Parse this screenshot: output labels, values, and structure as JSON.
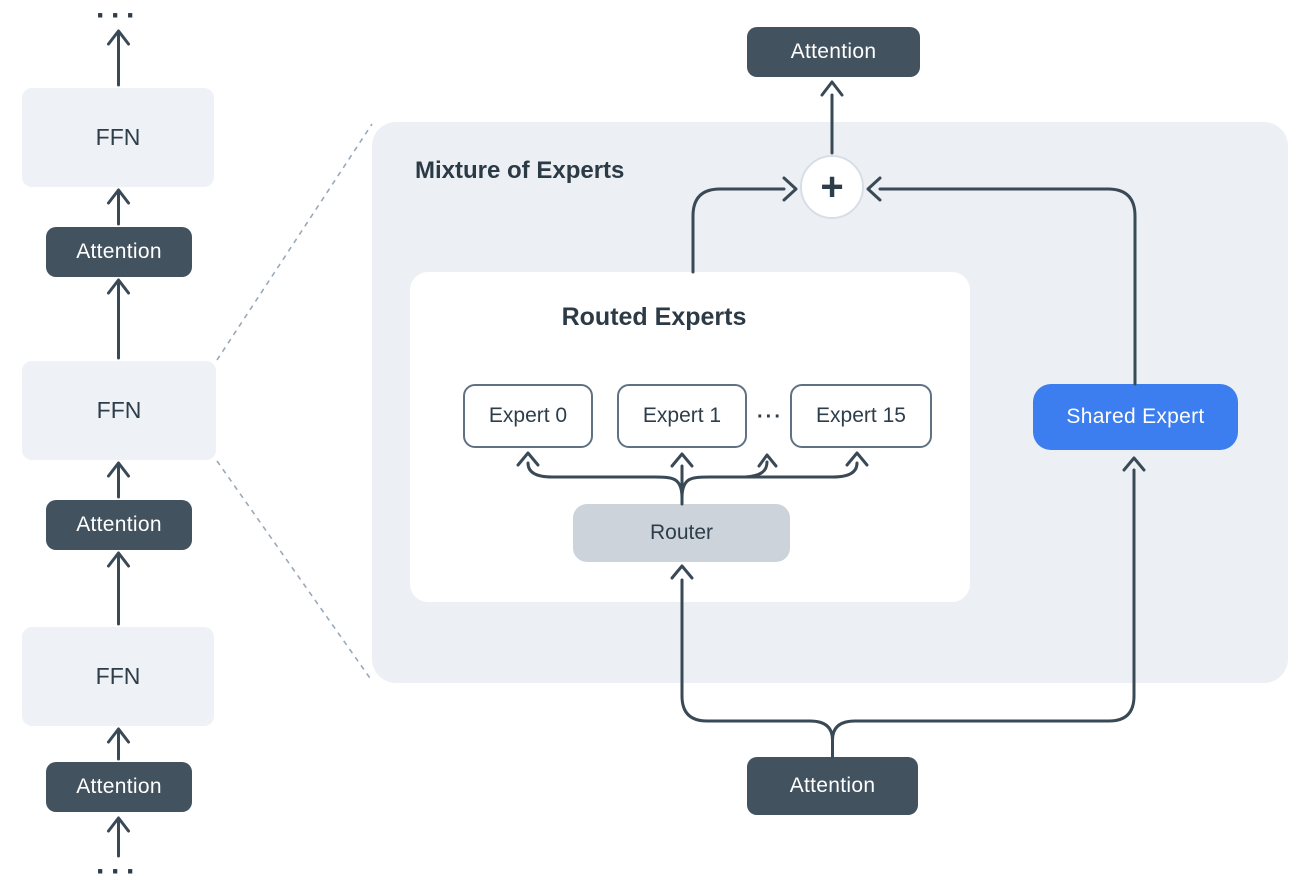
{
  "labels": {
    "ffn": "FFN",
    "attention": "Attention",
    "ellipsis": "···"
  },
  "left_column": {
    "description": "transformer layer stack",
    "ffn_label": "FFN",
    "attention_label": "Attention",
    "ellipsis": "···"
  },
  "moe": {
    "title": "Mixture of Experts",
    "attention_top": "Attention",
    "attention_bottom": "Attention",
    "sum_symbol": "+",
    "shared_expert": "Shared Expert",
    "routed": {
      "title": "Routed Experts",
      "expert_0": "Expert 0",
      "expert_1": "Expert 1",
      "expert_15": "Expert 15",
      "ellipsis": "···",
      "router": "Router"
    }
  },
  "colors": {
    "dark_slate_box": "#42525f",
    "line": "#3a4956",
    "ffn_light": "#eef1f5",
    "moe_panel": "#ecf0f4",
    "router_gray": "#cdd3da",
    "shared_expert_blue": "#3c7df0",
    "expert_border": "#5f7182",
    "dashed_line": "#9aa9b8",
    "text_dark": "#2e3d4a",
    "white": "#ffffff"
  }
}
